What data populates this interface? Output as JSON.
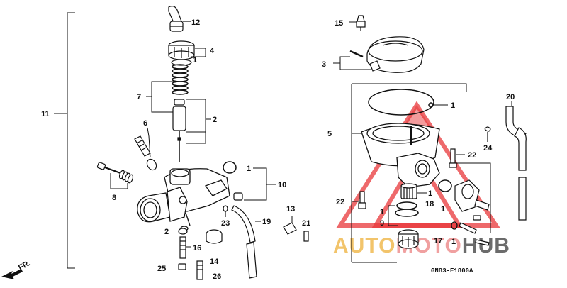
{
  "diagram_code": "GN83-E1800A",
  "direction_label": "FR.",
  "watermark": {
    "part1": "AUTO",
    "part2": "MOTO",
    "part3": "HUB",
    "color_part1": "#f2c46b",
    "color_part2": "#f0a0a0",
    "color_part3": "#6b6b6b",
    "triangle_color": "#e8373a"
  },
  "callouts": {
    "c12": "12",
    "c4": "4",
    "c1a": "1",
    "c7": "7",
    "c2a": "2",
    "c6": "6",
    "c11": "11",
    "c8": "8",
    "c1b": "1",
    "c10": "10",
    "c23": "23",
    "c19": "19",
    "c2b": "2",
    "c16": "16",
    "c14": "14",
    "c25": "25",
    "c26": "26",
    "c13": "13",
    "c21": "21",
    "c15": "15",
    "c3": "3",
    "c1c": "1",
    "c5": "5",
    "c20": "20",
    "c24": "24",
    "c22a": "22",
    "c22b": "22",
    "c1d": "1",
    "c18": "18",
    "c1e": "1",
    "c1f": "1",
    "c9": "9",
    "c17": "17",
    "c1g": "1"
  }
}
